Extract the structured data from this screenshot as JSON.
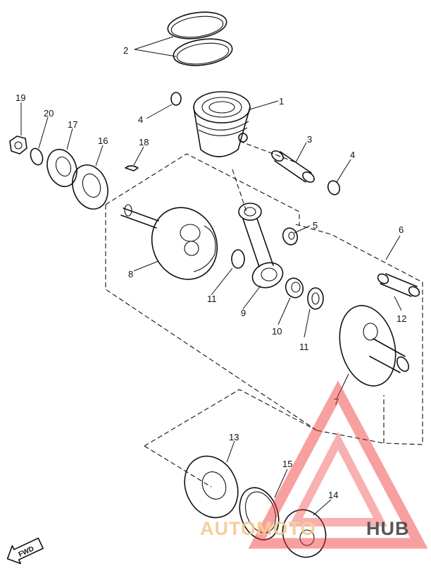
{
  "diagram": {
    "parts": [
      {
        "id": "1",
        "label": "1"
      },
      {
        "id": "2",
        "label": "2"
      },
      {
        "id": "3",
        "label": "3"
      },
      {
        "id": "4a",
        "label": "4"
      },
      {
        "id": "4b",
        "label": "4"
      },
      {
        "id": "5",
        "label": "5"
      },
      {
        "id": "6",
        "label": "6"
      },
      {
        "id": "7",
        "label": "7"
      },
      {
        "id": "8",
        "label": "8"
      },
      {
        "id": "9",
        "label": "9"
      },
      {
        "id": "10",
        "label": "10"
      },
      {
        "id": "11a",
        "label": "11"
      },
      {
        "id": "11b",
        "label": "11"
      },
      {
        "id": "12",
        "label": "12"
      },
      {
        "id": "13",
        "label": "13"
      },
      {
        "id": "14",
        "label": "14"
      },
      {
        "id": "15",
        "label": "15"
      },
      {
        "id": "16",
        "label": "16"
      },
      {
        "id": "17",
        "label": "17"
      },
      {
        "id": "18",
        "label": "18"
      },
      {
        "id": "19",
        "label": "19"
      },
      {
        "id": "20",
        "label": "20"
      }
    ],
    "fwd_label": "FWD"
  },
  "watermark": {
    "part1": "AUTOMOTO",
    "part2": "HUB",
    "color_orange": "#f5c58a",
    "color_dark": "#3a3a3a",
    "color_red": "#ee3333"
  }
}
